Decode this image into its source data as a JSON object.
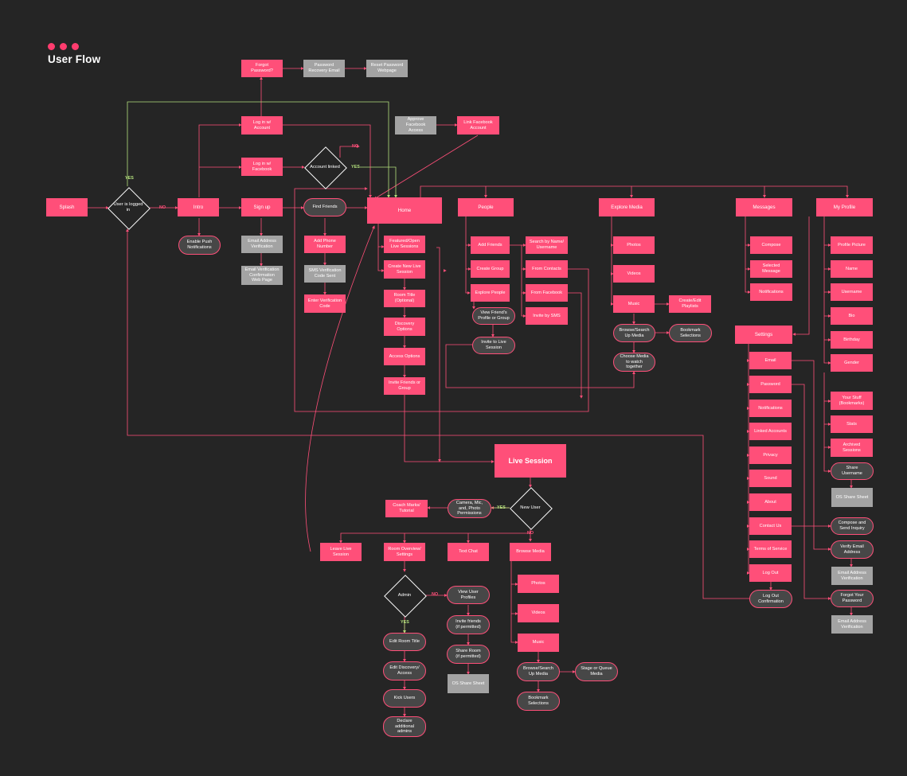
{
  "page_title": "User Flow",
  "colors": {
    "background": "#252525",
    "accent": "#ff4f79",
    "gray_box": "#a3a3a3",
    "dark_node": "#474747",
    "yes_line": "#b3e07c"
  },
  "nodes": {
    "splash": "Splash",
    "intro": "Intro",
    "enable_push": "Enable Push\nNotifications",
    "forgot_password": "Forgot\nPassword?",
    "password_recovery_email": "Password\nRecovery Email",
    "reset_password_webpage": "Reset Password\nWebpage",
    "login_account": "Log in w/\nAccount",
    "login_facebook": "Log in w/\nFacebook",
    "approve_facebook": "Approve\nFacebook\nAccess",
    "link_facebook": "Link Facebook\nAccount",
    "sign_up": "Sign up",
    "email_verification": "Email Address\nVerification",
    "email_verification_confirm": "Email Verification\nConfirmation\nWeb Page",
    "find_friends": "Find Friends",
    "add_phone": "Add Phone\nNumber",
    "sms_sent": "SMS Verification\nCode Sent",
    "enter_code": "Enter Verification\nCode",
    "home": "Home",
    "featured_live": "Featured/Open\nLive Sessions",
    "create_live": "Create New Live\nSession",
    "room_title_opt": "Room Title\n(Optional)",
    "discovery_options": "Discovery\nOptions",
    "access_options": "Access Options",
    "invite_friends_group": "Invite Friends or\nGroup",
    "people": "People",
    "add_friends": "Add Friends",
    "create_group": "Create Group",
    "explore_people": "Explore People",
    "search_name": "Search by Name/\nUsername",
    "from_contacts": "From Contacts",
    "from_facebook": "From Facebook",
    "invite_sms": "Invite by SMS",
    "view_profile_group": "View Friend's\nProfile or Group",
    "invite_live_session": "Invite to Live\nSession",
    "explore_media": "Explore Media",
    "photos": "Photos",
    "videos": "Videos",
    "music": "Music",
    "create_playlists": "Create/Edit\nPlaylists",
    "browse_search_media": "Browse/Search\nUp Media",
    "bookmark_selections": "Bookmark\nSelections",
    "choose_media": "Choose Media\nto watch\ntogether",
    "messages": "Messages",
    "compose": "Compose",
    "selected_message": "Selected\nMessage",
    "msg_notifications": "Notifications",
    "settings": "Settings",
    "s_email": "Email",
    "s_password": "Password",
    "s_notifications": "Notifications",
    "s_linked": "Linked Accounts",
    "s_privacy": "Privacy",
    "s_sound": "Sound",
    "s_about": "About",
    "s_contact": "Contact Us",
    "s_terms": "Terms of Service",
    "s_logout": "Log Out",
    "logout_confirm": "Log Out\nConfirmation",
    "my_profile": "My Profile",
    "profile_picture": "Profile Picture",
    "name": "Name",
    "username": "Username",
    "bio": "Bio",
    "birthday": "Birthday",
    "gender": "Gender",
    "your_stuff": "Your Stuff\n(Bookmarks)",
    "stats": "Stats",
    "archived": "Archived\nSessions",
    "share_username": "Share\nUsername",
    "os_share_sheet": "OS Share Sheet",
    "compose_inquiry": "Compose and\nSend Inquiry",
    "verify_email": "Verify Email\nAddress",
    "email_addr_verif_1": "Email Address\nVerification",
    "forgot_your_password": "Forgot Your\nPassword",
    "email_addr_verif_2": "Email Address\nVerification",
    "live_session": "Live Session",
    "camera_perms": "Camera, Mic,\nand, Photo\nPermissions",
    "coach_marks": "Coach Marks/\nTutorial",
    "leave_live": "Leave Live\nSession",
    "room_overview": "Room Overview/\nSettings",
    "text_chat": "Text Chat",
    "browse_media": "Browse Media",
    "view_user_profiles": "View User\nProfiles",
    "invite_friends_permitted": "Invite friends\n(if permitted)",
    "share_room": "Share Room\n(if permitted)",
    "os_share_sheet_2": "OS Share Sheet",
    "edit_room_title": "Edit Room Title",
    "edit_discovery": "Edit Discovery/\nAccess",
    "kick_users": "Kick Users",
    "declare_admins": "Declare\nadditional\nadmins",
    "ls_photos": "Photos",
    "ls_videos": "Videos",
    "ls_music": "Music",
    "ls_browse_search": "Browse/Search\nUp Media",
    "stage_queue": "Stage or Queue\nMedia",
    "ls_bookmark": "Bookmark\nSelections"
  },
  "decisions": {
    "user_logged_in": "User is logged\nin",
    "account_linked": "Account linked",
    "new_user": "New User",
    "admin": "Admin"
  },
  "edge_labels": {
    "yes": "YES",
    "no": "NO"
  }
}
